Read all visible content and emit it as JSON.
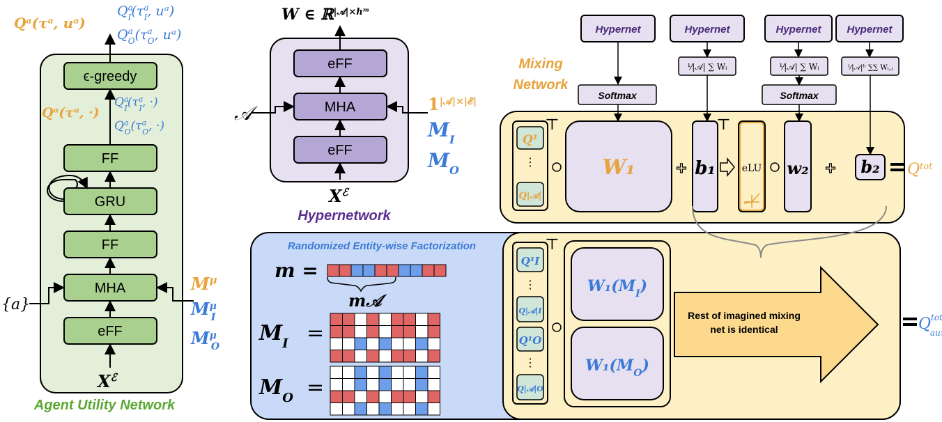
{
  "agent": {
    "title": "Agent Utility Network",
    "out_q": "Q",
    "out_q_args": "(τ",
    "top_orange": "Qᵃ(τᵃ, uᵃ)",
    "top_blue_1": "Q",
    "top_blue_sup_1": "a",
    "top_blue_sub_1": "I",
    "top_blue_args_1": "(τ",
    "top_blue_sup_tau_1": "a",
    "top_blue_sub_tau_1": "I",
    "top_blue_end_1": ", uᵃ)",
    "top_blue_2": "Q",
    "top_blue_sup_2": "a",
    "top_blue_sub_2": "O",
    "top_blue_args_2": "(τ",
    "top_blue_sup_tau_2": "a",
    "top_blue_sub_tau_2": "O",
    "top_blue_end_2": ", uᵃ)",
    "mid_orange": "Qᵃ(τᵃ, ·)",
    "mid_blue_1": "Q",
    "mid_blue_sup_1": "a",
    "mid_blue_sub_1": "I",
    "mid_blue_args_1": "(τ",
    "mid_blue_sup_tau_1": "a",
    "mid_blue_sub_tau_1": "I",
    "mid_blue_end_1": ", ·)",
    "mid_blue_2": "Q",
    "mid_blue_sup_2": "a",
    "mid_blue_sub_2": "O",
    "mid_blue_args_2": "(τ",
    "mid_blue_sup_tau_2": "a",
    "mid_blue_sub_tau_2": "O",
    "mid_blue_end_2": ", ·)",
    "blocks": [
      "ϵ-greedy",
      "FF",
      "GRU",
      "FF",
      "MHA",
      "eFF"
    ],
    "input_left": "{a}",
    "input_bottom": "X",
    "input_bottom_sup": "ℰ",
    "mask_orange": "M",
    "mask_orange_sup": "μ",
    "mask_blue_1": "M",
    "mask_blue_1_sup": "μ",
    "mask_blue_1_sub": "I",
    "mask_blue_2": "M",
    "mask_blue_2_sup": "μ",
    "mask_blue_2_sub": "O"
  },
  "hyper": {
    "title": "Hypernetwork",
    "output": "W ∈ ℝ",
    "output_sup": "|𝒜|×hᵐ",
    "blocks": [
      "eFF",
      "MHA",
      "eFF"
    ],
    "input_left": "𝒜",
    "input_bottom": "X",
    "input_bottom_sup": "ℰ",
    "mask_orange": "1",
    "mask_orange_sup": "|𝒜|×|ℰ|",
    "mask_blue_1": "M",
    "mask_blue_1_sub": "I",
    "mask_blue_2": "M",
    "mask_blue_2_sub": "O"
  },
  "mixing": {
    "title_line1": "Mixing",
    "title_line2": "Network",
    "hypernet_label": "Hypernet",
    "softmax_label": "Softmax",
    "norm1": "¹⁄|𝒜| ∑ Wᵢ",
    "norm2": "¹⁄|𝒜| ∑ Wᵢ",
    "norm3": "¹⁄|𝒜|ʰ ∑∑ Wᵢ,ⱼ",
    "q_top": "Q¹",
    "dots": "⋮",
    "q_bottom": "Q|𝒜|",
    "transpose": "⊤",
    "w1": "W₁",
    "b1": "b₁",
    "elu": "eLU",
    "w2": "w₂",
    "b2": "b₂",
    "qtot": "Q",
    "qtot_sup": "tot"
  },
  "refac": {
    "title": "Randomized Entity-wise Factorization",
    "m_label": "m =",
    "m_brace_label": "m𝒜",
    "mi_label": "M",
    "mi_sub": "I",
    "mo_label": "M",
    "mo_sub": "O",
    "eq": "=",
    "q_items": [
      "Q¹I",
      "Q|𝒜|I",
      "Q¹O",
      "Q|𝒜|O"
    ],
    "w1_mi": "W₁(M",
    "w1_mi_sub": "I",
    "w1_mo": "W₁(M",
    "w1_mo_sub": "O",
    "arrow_text_1": "Rest of imagined mixing",
    "arrow_text_2": "net is identical",
    "qaux": "Q",
    "qaux_sup": "tot",
    "qaux_sub": "aux",
    "transpose": "⊤"
  },
  "colors": {
    "orange": "#e8a33c",
    "blue": "#3b7ad6",
    "purple": "#4a2a7a",
    "green_fill": "#e3efd9",
    "green_block": "#a9d08e",
    "purple_fill": "#e6e0f0",
    "purple_block": "#b4a7d6",
    "yellow_fill": "#fdf0c4",
    "blue_fill": "#c9daf8",
    "mask_red": "#e06666",
    "mask_blue": "#6d9eeb"
  }
}
